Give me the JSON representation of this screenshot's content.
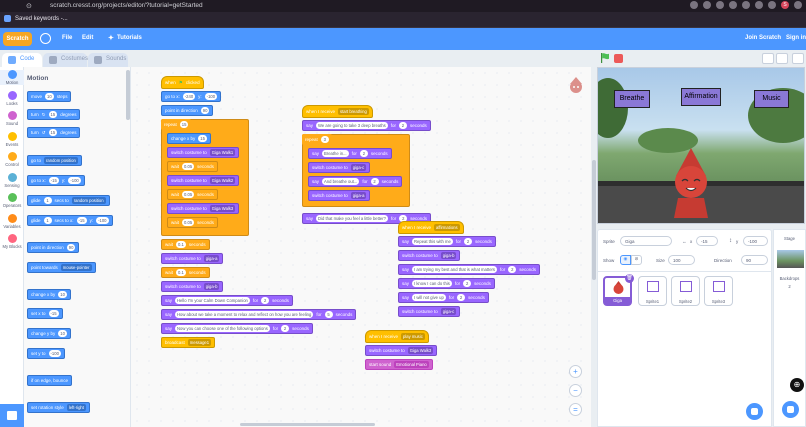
{
  "browser": {
    "url": "scratch.cresst.org/projects/editor/?tutorial=getStarted",
    "bookmark": "Saved keywords -...",
    "profile_initial": "S"
  },
  "menu": {
    "logo": "Scratch",
    "file": "File",
    "edit": "Edit",
    "tutorials": "Tutorials",
    "join": "Join Scratch",
    "signin": "Sign in"
  },
  "tabs": {
    "code": "Code",
    "costumes": "Costumes",
    "sounds": "Sounds"
  },
  "categories": [
    {
      "label": "Motion",
      "color": "#4c97ff"
    },
    {
      "label": "Looks",
      "color": "#9966ff"
    },
    {
      "label": "Sound",
      "color": "#cf63cf"
    },
    {
      "label": "Events",
      "color": "#ffbf00"
    },
    {
      "label": "Control",
      "color": "#ffab19"
    },
    {
      "label": "Sensing",
      "color": "#5cb1d6"
    },
    {
      "label": "Operators",
      "color": "#59c059"
    },
    {
      "label": "Variables",
      "color": "#ff8c1a"
    },
    {
      "label": "My Blocks",
      "color": "#ff6680"
    }
  ],
  "palette": {
    "title": "Motion",
    "b_move": "move",
    "v_move": "10",
    "b_steps": "steps",
    "b_turn1": "turn",
    "v_turn1": "15",
    "b_deg1": "degrees",
    "b_turn2": "turn",
    "v_turn2": "15",
    "b_deg2": "degrees",
    "b_goto": "go to",
    "d_goto": "random position",
    "b_gotoxy": "go to x:",
    "v_gx": "-15",
    "b_gy": "y:",
    "v_gy": "-100",
    "b_glide1": "glide",
    "v_g1": "1",
    "b_g1s": "secs to",
    "d_g1": "random position",
    "b_glide2": "glide",
    "v_g2": "1",
    "b_g2s": "secs to x:",
    "v_g2x": "-15",
    "b_g2y": "y:",
    "v_g2y": "-100",
    "b_point": "point in direction",
    "v_point": "90",
    "b_towards": "point towards",
    "d_towards": "mouse-pointer",
    "b_chx": "change x by",
    "v_chx": "10",
    "b_setx": "set x to",
    "v_setx": "-15",
    "b_chy": "change y by",
    "v_chy": "10",
    "b_sety": "set y to",
    "v_sety": "-100",
    "b_bounce": "if on edge, bounce",
    "b_rot": "set rotation style",
    "d_rot": "left-right"
  },
  "script1": {
    "hat": "when",
    "hat2": "clicked",
    "gotox": "go to x:",
    "gx": "-240",
    "gy_l": "y:",
    "gy": "-100",
    "point": "point in direction",
    "pv": "90",
    "repeat": "repeat",
    "rv": "15",
    "chx": "change x by",
    "chxv": "15",
    "sw1": "switch costume to",
    "c1": "Giga Walk1",
    "wait1": "wait",
    "w1": "0.05",
    "sec1": "seconds",
    "sw2": "switch costume to",
    "c2": "Giga Walk2",
    "wait2": "wait",
    "w2": "0.05",
    "sec2": "seconds",
    "sw3": "switch costume to",
    "c3": "Giga Walk3",
    "wait3": "wait",
    "w3": "0.05",
    "sec3": "seconds",
    "wait4": "wait",
    "w4": "0.1",
    "sec4": "seconds",
    "sw4": "switch costume to",
    "c4": "giga-a",
    "wait5": "wait",
    "w5": "0.1",
    "sec5": "seconds",
    "sw5": "switch costume to",
    "c5": "giga-b",
    "say1": "say",
    "s1": "Hello I'm your Calm Down Companion",
    "for1": "for",
    "s1v": "2",
    "sec6": "seconds",
    "say2": "say",
    "s2": "How about we take a moment to relax and reflect on how you are feeling",
    "for2": "for",
    "s2v": "5",
    "sec7": "seconds",
    "say3": "say",
    "s3": "Now you can choose one of the following options",
    "for3": "for",
    "s3v": "2",
    "sec8": "seconds",
    "broadcast": "broadcast",
    "bv": "message1"
  },
  "script2": {
    "hat": "when I receive",
    "hv": "start breathing",
    "say1": "say",
    "s1": "We are going to take 3 deep breaths",
    "for1": "for",
    "s1v": "2",
    "sec1": "seconds",
    "repeat": "repeat",
    "rv": "3",
    "say2": "say",
    "s2": "Breathe in...",
    "for2": "for",
    "s2v": "2",
    "sec2": "seconds",
    "sw1": "switch costume to",
    "c1": "giga-c",
    "say3": "say",
    "s3": "And breathe out...",
    "for3": "for",
    "s3v": "2",
    "sec3": "seconds",
    "sw2": "switch costume to",
    "c2": "giga-a",
    "say4": "say",
    "s4": "Did that make you feel a little better?",
    "for4": "for",
    "s4v": "2",
    "sec4": "seconds"
  },
  "script3": {
    "hat": "when I receive",
    "hv": "affirmations",
    "say1": "say",
    "s1": "Repeat this with me",
    "for1": "for",
    "s1v": "2",
    "sec1": "seconds",
    "sw1": "switch costume to",
    "c1": "giga-b",
    "say2": "say",
    "s2": "I am trying my best and that is what matters",
    "for2": "for",
    "s2v": "2",
    "sec2": "seconds",
    "say3": "say",
    "s3": "I know I can do this",
    "for3": "for",
    "s3v": "2",
    "sec3": "seconds",
    "say4": "say",
    "s4": "I will not give up",
    "for4": "for",
    "s4v": "2",
    "sec4": "seconds",
    "sw2": "switch costume to",
    "c2": "giga-c"
  },
  "script4": {
    "hat": "when I receive",
    "hv": "play music",
    "sw": "switch costume to",
    "c": "Giga Walk3",
    "sound": "start sound",
    "sv": "Emotional Piano"
  },
  "stage": {
    "sign1": "Breathe",
    "sign2": "Affirmation",
    "sign3": "Music"
  },
  "sprite_info": {
    "sprite_label": "Sprite",
    "sprite_name": "Giga",
    "x_label": "x",
    "x": "-15",
    "y_label": "y",
    "y": "-100",
    "show_label": "Show",
    "size_label": "Size",
    "size": "100",
    "direction_label": "Direction",
    "direction": "90"
  },
  "sprites": [
    "Giga",
    "Sprite1",
    "Sprite2",
    "Sprite3"
  ],
  "stage_panel": {
    "title": "Stage",
    "backdrops_label": "Backdrops",
    "backdrops": "2"
  },
  "zoom": {
    "in": "+",
    "out": "−",
    "reset": "="
  }
}
